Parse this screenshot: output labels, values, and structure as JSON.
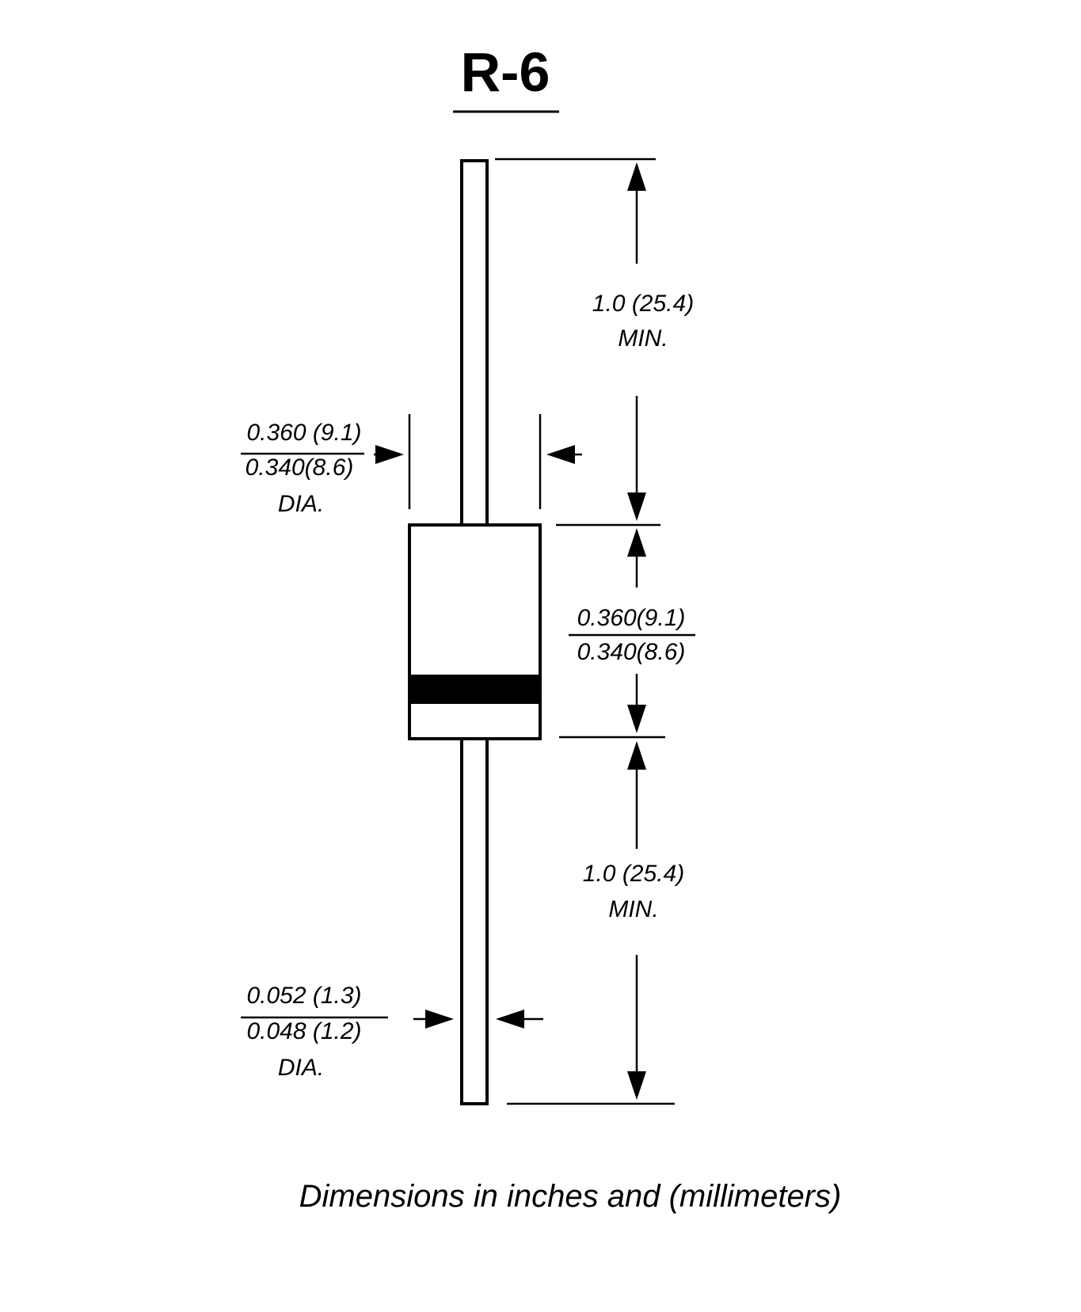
{
  "title": "R-6",
  "lead_length_top": {
    "value": "1.0 (25.4)",
    "note": "MIN."
  },
  "body_diameter": {
    "max": "0.360 (9.1)",
    "min": "0.340(8.6)",
    "note": "DIA."
  },
  "body_length": {
    "max": "0.360(9.1)",
    "min": "0.340(8.6)"
  },
  "lead_length_bottom": {
    "value": "1.0 (25.4)",
    "note": "MIN."
  },
  "lead_diameter": {
    "max": "0.052 (1.3)",
    "min": "0.048 (1.2)",
    "note": "DIA."
  },
  "footnote": "Dimensions in inches and (millimeters)"
}
